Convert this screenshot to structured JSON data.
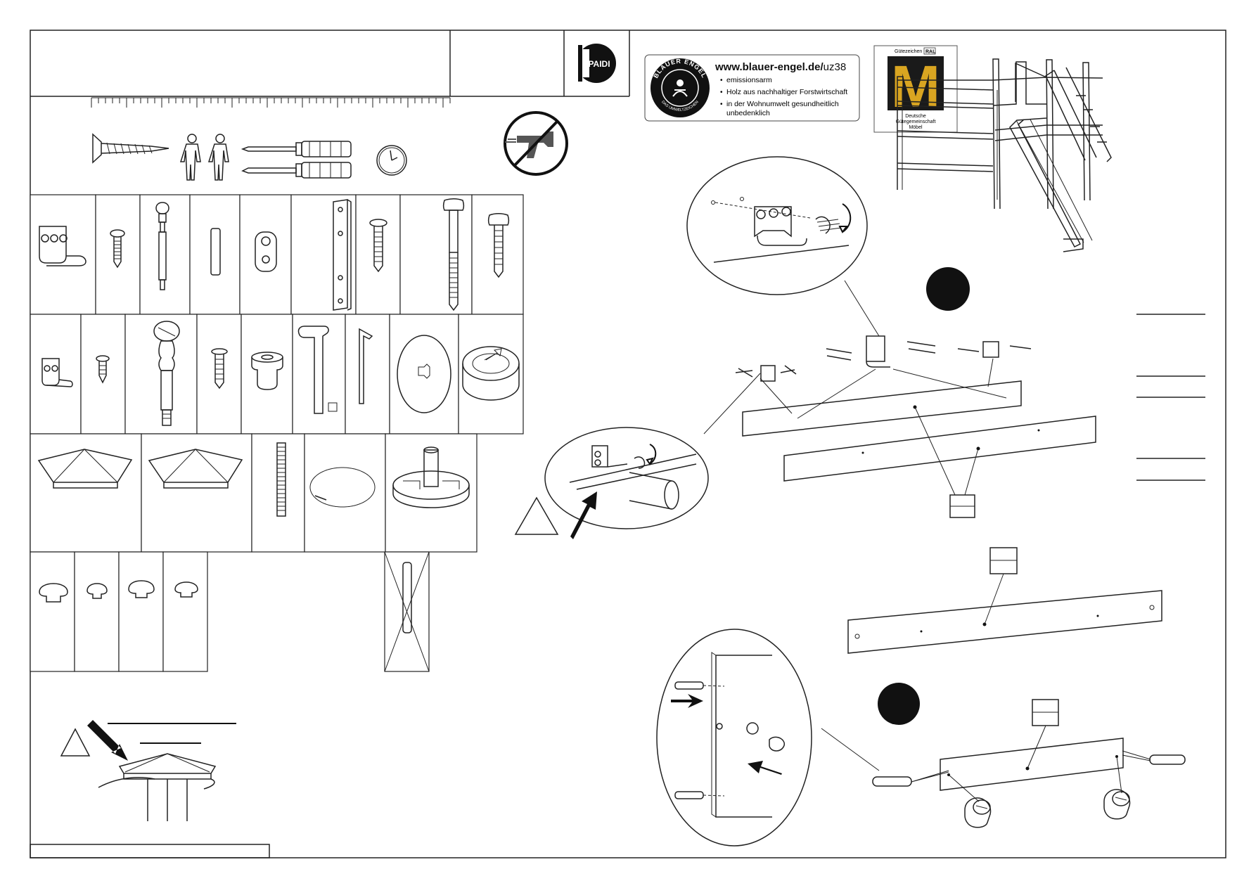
{
  "brand": {
    "logo_text": "PAIDI"
  },
  "eco_label": {
    "url_bold": "www.blauer-engel.de/",
    "url_code": "uz38",
    "seal_top": "BLAUER ENGEL",
    "seal_bottom": "DAS UMWELTZEICHEN",
    "bullets": [
      "emissionsarm",
      "Holz aus nachhaltiger Forstwirtschaft",
      "in der Wohnumwelt gesundheitlich",
      "unbedenklich"
    ]
  },
  "ral_label": {
    "top_left": "Gütezeichen",
    "top_right": "RAL",
    "letter": "M",
    "line1": "Deutsche",
    "line2": "Gütegemeinschaft",
    "line3": "Möbel"
  },
  "colors": {
    "line": "#222222",
    "ral_gold": "#d9a521",
    "ral_dark": "#1a1a1a",
    "eco_dark": "#111111"
  },
  "icons": [
    "screw-icon",
    "two-persons-icon",
    "phillips-screwdriver-icon",
    "flat-screwdriver-icon",
    "clock-icon",
    "no-power-drill-icon",
    "warning-triangle-icon",
    "arrow-icon"
  ]
}
